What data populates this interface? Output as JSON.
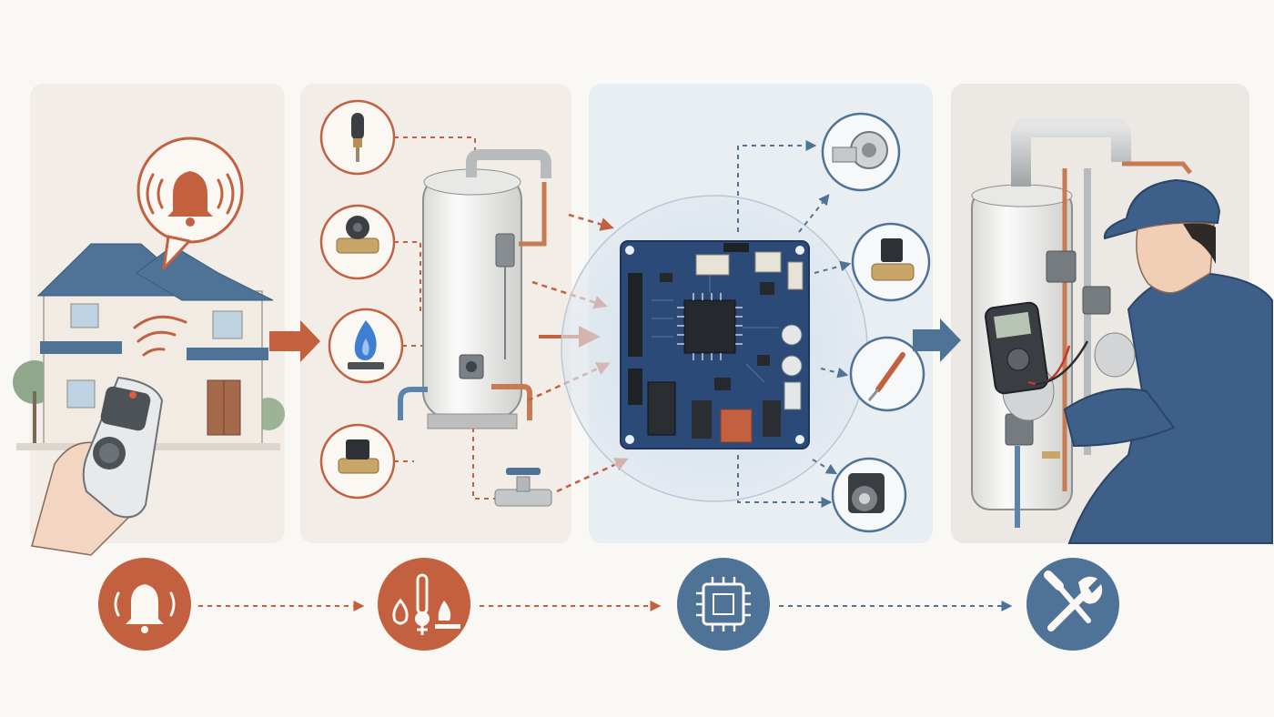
{
  "theme": {
    "accent_rust": "#c2603f",
    "accent_blue": "#4f7396",
    "board_blue": "#2c4a78",
    "panel_warm": "#f2ede6",
    "panel_cool": "#e9eef3",
    "page_bg": "#faf8f5"
  },
  "panels": [
    {
      "id": "home-alert",
      "icons": [
        "house-icon",
        "bell-icon",
        "remote-control-icon",
        "hand-icon"
      ]
    },
    {
      "id": "water-heater-sensors",
      "icons": [
        "temperature-sensor-icon",
        "pressure-valve-icon",
        "flame-icon",
        "gas-valve-icon",
        "water-tap-icon",
        "water-heater-icon"
      ]
    },
    {
      "id": "control-board",
      "icons": [
        "circuit-board-icon",
        "blower-fan-icon",
        "solenoid-valve-icon",
        "igniter-probe-icon",
        "pump-motor-icon"
      ]
    },
    {
      "id": "technician-repair",
      "icons": [
        "technician-icon",
        "multimeter-icon",
        "water-heater-icon"
      ]
    }
  ],
  "process_steps": [
    {
      "icon": "alarm-bell-icon",
      "color": "#c2603f"
    },
    {
      "icon": "sensor-inputs-icon",
      "color": "#c2603f"
    },
    {
      "icon": "microchip-icon",
      "color": "#4f7396"
    },
    {
      "icon": "wrench-screwdriver-icon",
      "color": "#4f7396"
    }
  ]
}
